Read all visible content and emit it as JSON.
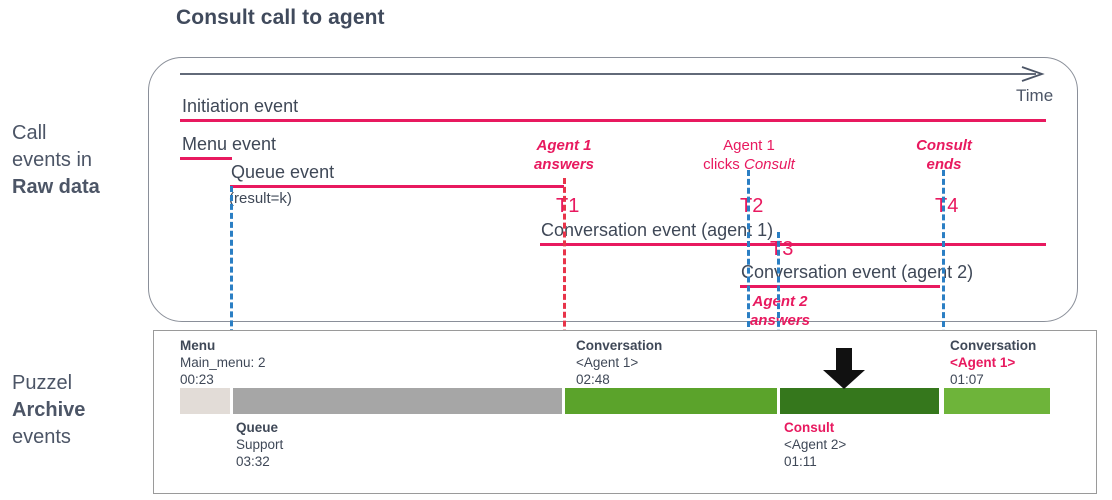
{
  "title": "Consult call to agent",
  "colors": {
    "pink": "#e8195f",
    "dark_text": "#3f4857",
    "blue_dashed": "#2b7fc4",
    "red_dashed": "#e8344a",
    "menu_bar": "#e2dcd7",
    "queue_bar": "#a6a6a6",
    "conversation_bar": "#5ba32b",
    "consult_bar": "#35771c",
    "conversation2_bar": "#6eb43a"
  },
  "row_labels": {
    "raw": {
      "line1": "Call",
      "line2": "events in",
      "line3": "Raw data"
    },
    "archive": {
      "line1": "Puzzel",
      "line2": "Archive",
      "line3": "events"
    }
  },
  "axis": {
    "label": "Time"
  },
  "raw_events": [
    {
      "id": "initiation",
      "label": "Initiation event"
    },
    {
      "id": "menu",
      "label": "Menu event"
    },
    {
      "id": "queue",
      "label": "Queue event"
    },
    {
      "id": "queue_result",
      "label": "(result=k)"
    },
    {
      "id": "conversation1",
      "label": "Conversation event (agent 1)"
    },
    {
      "id": "conversation2",
      "label": "Conversation event (agent 2)"
    }
  ],
  "notes": [
    {
      "id": "agent1-answers",
      "line1": "Agent 1",
      "line2": "answers"
    },
    {
      "id": "agent1-clicks-consult",
      "line1": "Agent 1",
      "line2_plain": "clicks ",
      "line2_italic": "Consult"
    },
    {
      "id": "consult-ends",
      "line1": "Consult",
      "line2": "ends"
    },
    {
      "id": "agent2-answers",
      "line1": "Agent 2",
      "line2": "answers"
    }
  ],
  "time_markers": [
    {
      "id": "T1",
      "label": "T1"
    },
    {
      "id": "T2",
      "label": "T2"
    },
    {
      "id": "T3",
      "label": "T3"
    },
    {
      "id": "T4",
      "label": "T4"
    }
  ],
  "archive_segments": [
    {
      "id": "menu",
      "title": "Menu",
      "detail": "Main_menu: 2",
      "duration": "00:23",
      "title_pink": false,
      "detail_pink": false,
      "anno_position": "above"
    },
    {
      "id": "queue",
      "title": "Queue",
      "detail": "Support",
      "duration": "03:32",
      "title_pink": false,
      "detail_pink": false,
      "anno_position": "below"
    },
    {
      "id": "conversation-agent1",
      "title": "Conversation",
      "detail": "<Agent 1>",
      "duration": "02:48",
      "title_pink": false,
      "detail_pink": false,
      "anno_position": "above"
    },
    {
      "id": "consult-agent2",
      "title": "Consult",
      "detail": "<Agent 2>",
      "duration": "01:11",
      "title_pink": true,
      "detail_pink": false,
      "anno_position": "below"
    },
    {
      "id": "conversation-agent1-resume",
      "title": "Conversation",
      "detail": "<Agent 1>",
      "duration": "01:07",
      "title_pink": false,
      "detail_pink": true,
      "anno_position": "above"
    }
  ]
}
